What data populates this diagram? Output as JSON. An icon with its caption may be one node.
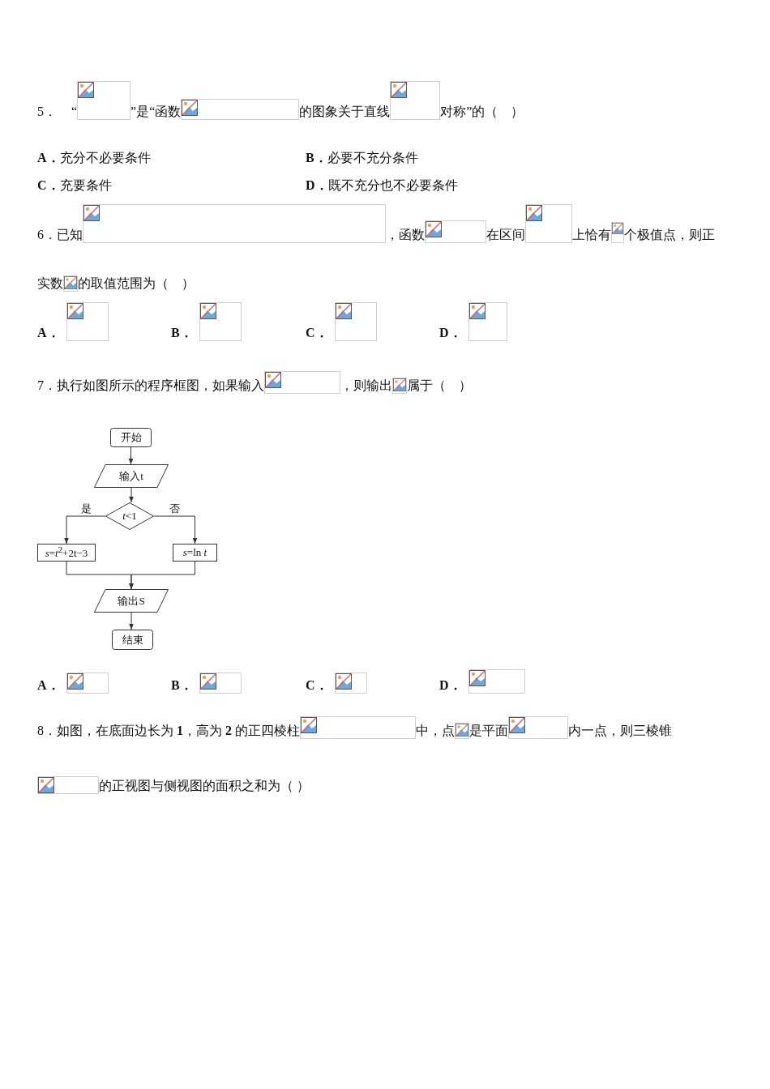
{
  "diagram": {
    "nodes": [
      {
        "text": [
          "开始"
        ]
      },
      {
        "text": [
          "输入t"
        ]
      },
      {
        "text": [
          "*t*<1"
        ]
      },
      {
        "text": [
          "*s*=*t*$^{2}$+2t−3"
        ]
      },
      {
        "text": [
          "*s*=ln *t*"
        ]
      },
      {
        "text": [
          "输出S"
        ]
      },
      {
        "text": [
          "结束"
        ]
      }
    ],
    "edges": [
      {
        "from": 0,
        "to": 1,
        "arrow": "to"
      },
      {
        "from": 1,
        "to": 2,
        "arrow": "to"
      },
      {
        "from": 2,
        "to": 3,
        "arrow": "to",
        "label": "是"
      },
      {
        "from": 2,
        "to": 4,
        "arrow": "to",
        "label": "否"
      },
      {
        "from": 3,
        "to": 5,
        "arrow": "to"
      },
      {
        "from": 4,
        "to": 5,
        "arrow": "to"
      },
      {
        "from": 5,
        "to": 6,
        "arrow": "to"
      }
    ],
    "labels": [
      "5．",
      "“",
      "”是“函数",
      "的图象关于直线",
      "对称”的（　）",
      "**A．**充分不必要条件",
      "**B．**必要不充分条件",
      "**C．**充要条件",
      "**D．**既不充分也不必要条件",
      "6．已知",
      "，函数",
      "在区间",
      "上恰有",
      "个极值点，则正",
      "实数",
      "的取值范围为（　）",
      "A．",
      "B．",
      "C．",
      "D．",
      "7．执行如图所示的程序框图，如果输入",
      "，则输出",
      "属于（　）",
      "A．",
      "B．",
      "C．",
      "D．",
      "8．如图，在底面边长为 **1**，高为 **2** 的正四棱柱",
      "中，点",
      "是平面",
      "内一点，则三棱锥",
      "的正视图与侧视图的面积之和为（ ）"
    ]
  }
}
